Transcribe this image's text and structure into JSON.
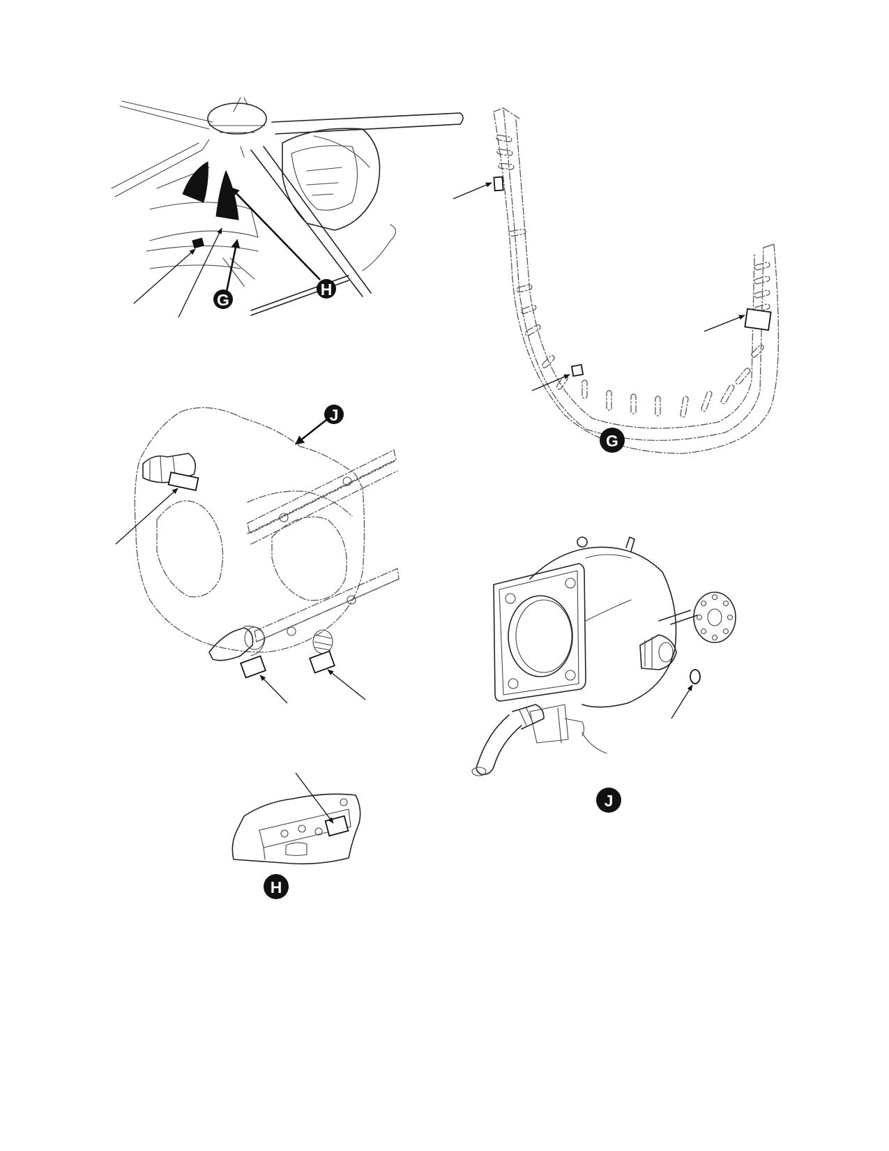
{
  "callouts": {
    "top_left_g": "G",
    "top_left_h": "H",
    "detail_g": "G",
    "mid_left_j": "J",
    "detail_h": "H",
    "detail_j": "J"
  },
  "colors": {
    "ink": "#111111",
    "background": "#ffffff"
  }
}
